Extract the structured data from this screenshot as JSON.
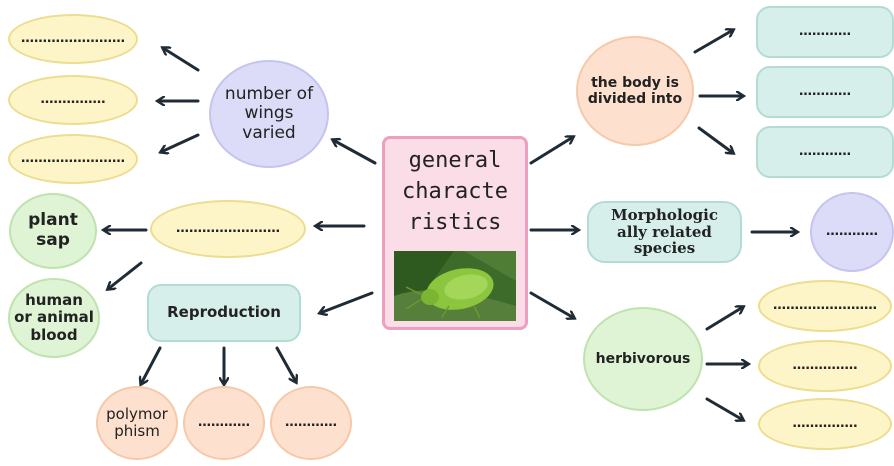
{
  "center": {
    "title_lines": [
      "general",
      "characte",
      "ristics"
    ],
    "photo_icon": "green-stink-bug-photo"
  },
  "left": {
    "wings": {
      "label": "number of wings varied",
      "blanks": [
        "……………………",
        "……………",
        "……………………"
      ]
    },
    "food": {
      "blank": "……………………",
      "items": [
        "plant sap",
        "human or animal blood"
      ]
    },
    "reproduction": {
      "label": "Reproduction",
      "items": [
        "polymor phism",
        "…………",
        "…………"
      ]
    }
  },
  "right": {
    "body": {
      "label": "the body is divided into",
      "blanks": [
        "…………",
        "…………",
        "…………"
      ]
    },
    "morphology": {
      "label": "Morphologic ally related species",
      "blank": "…………"
    },
    "herbivorous": {
      "label": "herbivorous",
      "blanks": [
        "……………………",
        "……………",
        "……………"
      ]
    }
  },
  "colors": {
    "yellow": "#fdf4c8",
    "teal": "#d7efeb",
    "purple": "#dcdcf8",
    "green": "#def4d4",
    "peach": "#fde0cd",
    "pink": "#fbdde8",
    "arrow": "#1f2b35"
  }
}
